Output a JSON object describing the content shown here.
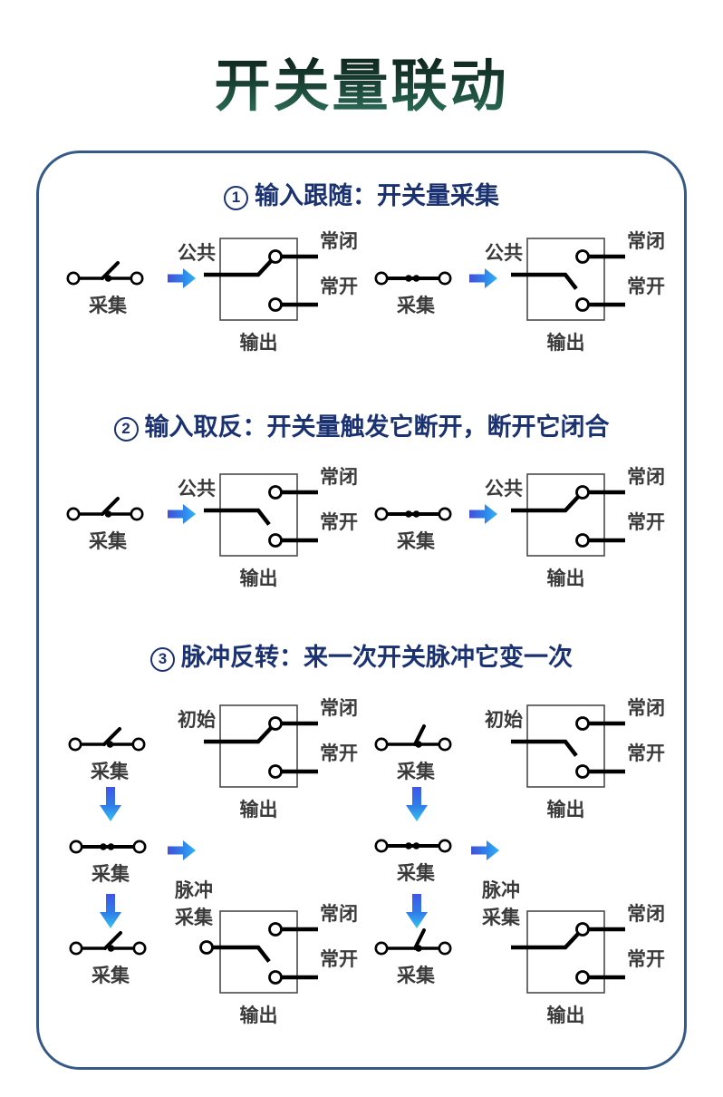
{
  "title": "开关量联动",
  "sections": [
    {
      "number": "1",
      "heading": "输入跟随：开关量采集"
    },
    {
      "number": "2",
      "heading": "输入取反：开关量触发它断开，断开它闭合"
    },
    {
      "number": "3",
      "heading": "脉冲反转：来一次开关脉冲它变一次"
    }
  ],
  "labels": {
    "collect": "采集",
    "common": "公共",
    "initial": "初始",
    "pulse": "脉冲",
    "normally_closed": "常闭",
    "normally_open": "常开",
    "output": "输出"
  },
  "colors": {
    "title_green_dark": "#0b1512",
    "title_green_light": "#2e735c",
    "heading_blue": "#1b3272",
    "frame_border_blue": "#365a88",
    "arrow_gradient_start": "#4550d8",
    "arrow_gradient_end": "#31b3f5",
    "diagram_line": "#000000",
    "label_gray": "#3a3a3a"
  }
}
